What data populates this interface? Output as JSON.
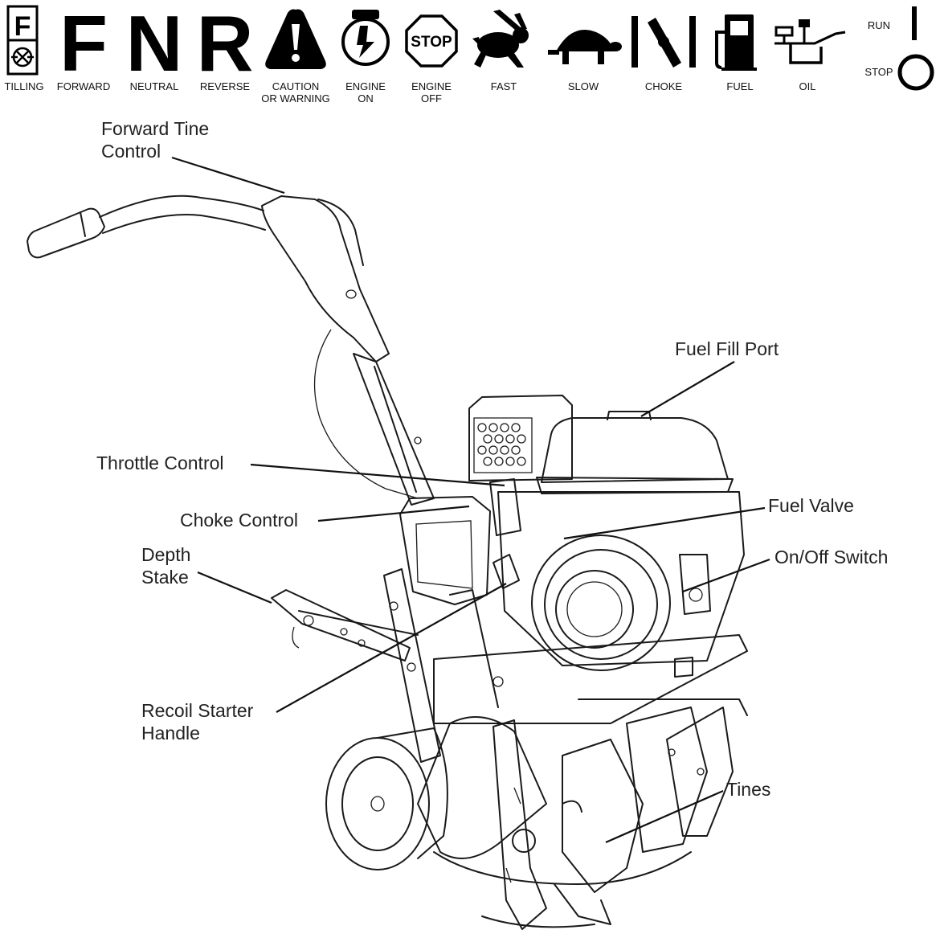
{
  "symbols": {
    "tilling": {
      "letter": "F",
      "caption": "TILLING"
    },
    "forward": {
      "letter": "F",
      "caption": "FORWARD"
    },
    "neutral": {
      "letter": "N",
      "caption": "NEUTRAL"
    },
    "reverse": {
      "letter": "R",
      "caption": "REVERSE"
    },
    "caution": {
      "caption_1": "CAUTION",
      "caption_2": "OR WARNING"
    },
    "engine_on": {
      "caption_1": "ENGINE",
      "caption_2": "ON"
    },
    "engine_off": {
      "sign": "STOP",
      "caption_1": "ENGINE",
      "caption_2": "OFF"
    },
    "fast": {
      "caption": "FAST"
    },
    "slow": {
      "caption": "SLOW"
    },
    "choke": {
      "caption": "CHOKE"
    },
    "fuel": {
      "caption": "FUEL"
    },
    "oil": {
      "caption": "OIL"
    },
    "run_stop": {
      "run": "RUN",
      "stop": "STOP"
    }
  },
  "callouts": {
    "forward_tine_1": "Forward Tine",
    "forward_tine_2": "Control",
    "fuel_fill_port": "Fuel Fill Port",
    "throttle_control": "Throttle Control",
    "choke_control": "Choke Control",
    "fuel_valve": "Fuel Valve",
    "depth_stake_1": "Depth",
    "depth_stake_2": "Stake",
    "on_off_switch": "On/Off Switch",
    "recoil_1": "Recoil Starter",
    "recoil_2": "Handle",
    "tines": "Tines"
  },
  "icons": [
    "tilling-icon",
    "caution-icon",
    "engine-on-icon",
    "stop-sign-icon",
    "rabbit-icon",
    "turtle-icon",
    "choke-icon",
    "fuel-pump-icon",
    "oil-can-icon",
    "run-icon",
    "stop-icon"
  ]
}
